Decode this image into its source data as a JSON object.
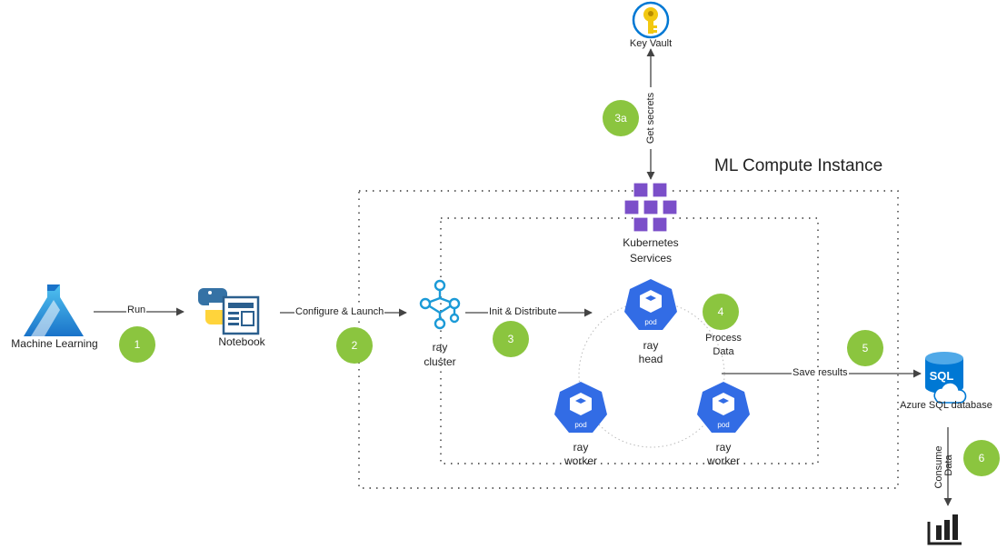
{
  "boundary": {
    "title": "ML Compute Instance"
  },
  "nodes": {
    "machine_learning": "Machine Learning",
    "notebook": "Notebook",
    "ray_cluster": [
      "ray",
      "cluster"
    ],
    "key_vault": "Key Vault",
    "kubernetes": [
      "Kubernetes",
      "Services"
    ],
    "ray_head": [
      "ray",
      "head"
    ],
    "ray_worker_left": [
      "ray",
      "worker"
    ],
    "ray_worker_right": [
      "ray",
      "worker"
    ],
    "pod_label": "pod",
    "sql_icon_text": "SQL",
    "azure_sql": "Azure SQL database",
    "process_data": [
      "Process",
      "Data"
    ]
  },
  "edges": {
    "run": "Run",
    "configure_launch": "Configure & Launch",
    "init_distribute": "Init & Distribute",
    "get_secrets": "Get secrets",
    "save_results": "Save results",
    "consume_data": [
      "Consume",
      "Data"
    ]
  },
  "steps": [
    "1",
    "2",
    "3",
    "3a",
    "4",
    "5",
    "6"
  ],
  "colors": {
    "step_green": "#8bc53f",
    "azure_blue": "#0078d4",
    "pod_blue": "#326ce5",
    "k8s_purple": "#7b4fc9",
    "key_gold": "#f2c811"
  }
}
